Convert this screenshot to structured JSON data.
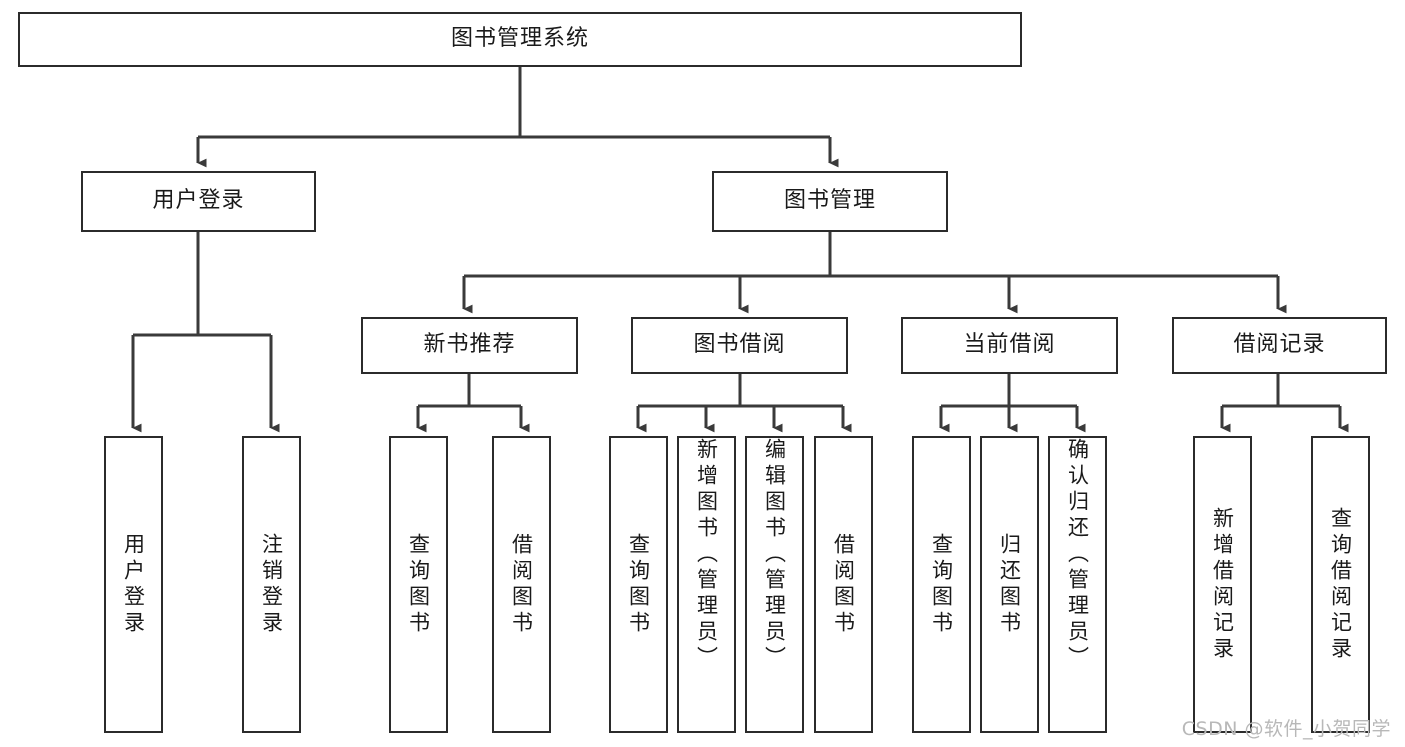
{
  "diagram": {
    "title": "图书管理系统",
    "type": "hierarchy-tree",
    "root": {
      "id": "root",
      "label": "图书管理系统",
      "orientation": "horizontal"
    },
    "level2": [
      {
        "id": "user-login",
        "label": "用户登录",
        "orientation": "horizontal"
      },
      {
        "id": "book-management",
        "label": "图书管理",
        "orientation": "horizontal"
      }
    ],
    "level3": [
      {
        "id": "new-book-recommend",
        "label": "新书推荐",
        "orientation": "horizontal",
        "parent": "book-management"
      },
      {
        "id": "book-borrow",
        "label": "图书借阅",
        "orientation": "horizontal",
        "parent": "book-management"
      },
      {
        "id": "current-borrow",
        "label": "当前借阅",
        "orientation": "horizontal",
        "parent": "book-management"
      },
      {
        "id": "borrow-record",
        "label": "借阅记录",
        "orientation": "horizontal",
        "parent": "book-management"
      }
    ],
    "leaves": [
      {
        "id": "leaf-user-login",
        "label": "用户登录",
        "parent": "user-login",
        "align": "center"
      },
      {
        "id": "leaf-logout-login",
        "label": "注销登录",
        "parent": "user-login",
        "align": "center"
      },
      {
        "id": "leaf-query-book-1",
        "label": "查询图书",
        "parent": "new-book-recommend",
        "align": "center"
      },
      {
        "id": "leaf-borrow-book-1",
        "label": "借阅图书",
        "parent": "new-book-recommend",
        "align": "center"
      },
      {
        "id": "leaf-query-book-2",
        "label": "查询图书",
        "parent": "book-borrow",
        "align": "center"
      },
      {
        "id": "leaf-add-book",
        "label": "新增图书（管理员）",
        "parent": "book-borrow",
        "align": "top"
      },
      {
        "id": "leaf-edit-book",
        "label": "编辑图书（管理员）",
        "parent": "book-borrow",
        "align": "top"
      },
      {
        "id": "leaf-borrow-book-2",
        "label": "借阅图书",
        "parent": "book-borrow",
        "align": "center"
      },
      {
        "id": "leaf-query-book-3",
        "label": "查询图书",
        "parent": "current-borrow",
        "align": "center"
      },
      {
        "id": "leaf-return-book",
        "label": "归还图书",
        "parent": "current-borrow",
        "align": "center"
      },
      {
        "id": "leaf-confirm-return",
        "label": "确认归还（管理员）",
        "parent": "current-borrow",
        "align": "top"
      },
      {
        "id": "leaf-add-record",
        "label": "新增借阅记录",
        "parent": "borrow-record",
        "align": "center"
      },
      {
        "id": "leaf-query-record",
        "label": "查询借阅记录",
        "parent": "borrow-record",
        "align": "center"
      }
    ],
    "colors": {
      "border": "#2b2b2b",
      "background": "#ffffff",
      "text": "#1a1a1a",
      "connector": "#3a3a3a",
      "watermark": "#b8b8b8"
    }
  },
  "watermark": {
    "text": "CSDN @软件_小贺同学"
  }
}
